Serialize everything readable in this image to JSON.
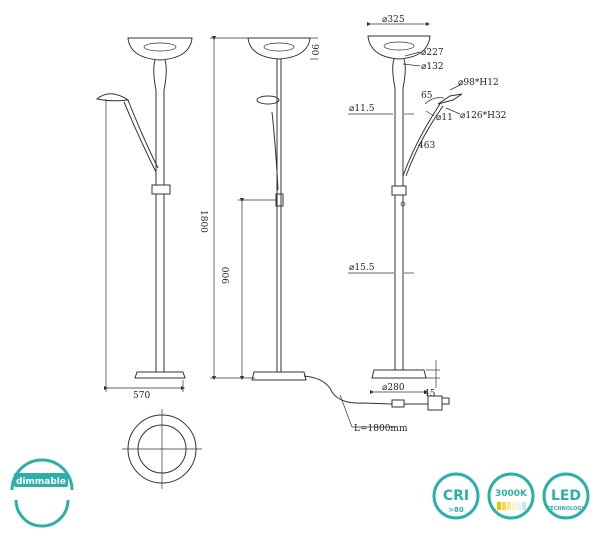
{
  "dimensions": {
    "bowl_dia": "⌀325",
    "bowl_height": "90",
    "upper_neck_dia": "⌀227",
    "lower_neck_dia": "⌀132",
    "reading_head_spec": "⌀98*H12",
    "reading_angle": "65",
    "reading_arm_dia": "⌀11",
    "reading_base_spec": "⌀126*H32",
    "upper_stem_dia": "⌀11.5",
    "reading_arm_length": "463",
    "lower_stem_dia": "⌀15.5",
    "total_height": "1800",
    "switch_height": "900",
    "base_dia": "⌀280",
    "base_height": "45",
    "footprint_width": "570",
    "cable_length": "L=1800mm"
  },
  "badges": {
    "dimmable": "dimmable",
    "cri": "CRI",
    "cri_value": ">80",
    "color_temp": "3000K",
    "led": "LED",
    "led_sub": "TECHNOLOGY"
  },
  "colors": {
    "line": "#333333",
    "badge": "#2bb0a8"
  }
}
